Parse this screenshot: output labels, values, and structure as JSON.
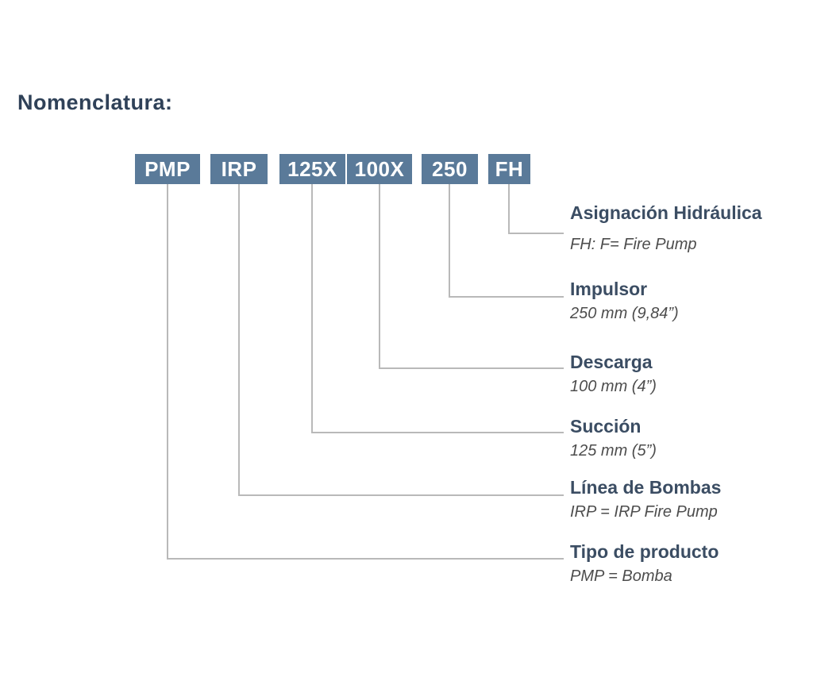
{
  "title": "Nomenclatura:",
  "colors": {
    "box_background": "#5a7a99",
    "box_text": "#ffffff",
    "heading_text": "#3b4d63",
    "subtext_text": "#4d4d4d",
    "connector_line": "#b9b9b9"
  },
  "segments": [
    {
      "code": "PMP",
      "heading": "Tipo de producto",
      "subtext": "PMP = Bomba"
    },
    {
      "code": "IRP",
      "heading": "Línea de Bombas",
      "subtext": "IRP = IRP Fire Pump"
    },
    {
      "code": "125X",
      "heading": "Succión",
      "subtext": "125 mm (5”)"
    },
    {
      "code": "100X",
      "heading": "Descarga",
      "subtext": "100 mm (4”)"
    },
    {
      "code": "250",
      "heading": "Impulsor",
      "subtext": "250 mm (9,84”)"
    },
    {
      "code": "FH",
      "heading": "Asignación Hidráulica",
      "subtext": "FH: F= Fire Pump"
    }
  ]
}
